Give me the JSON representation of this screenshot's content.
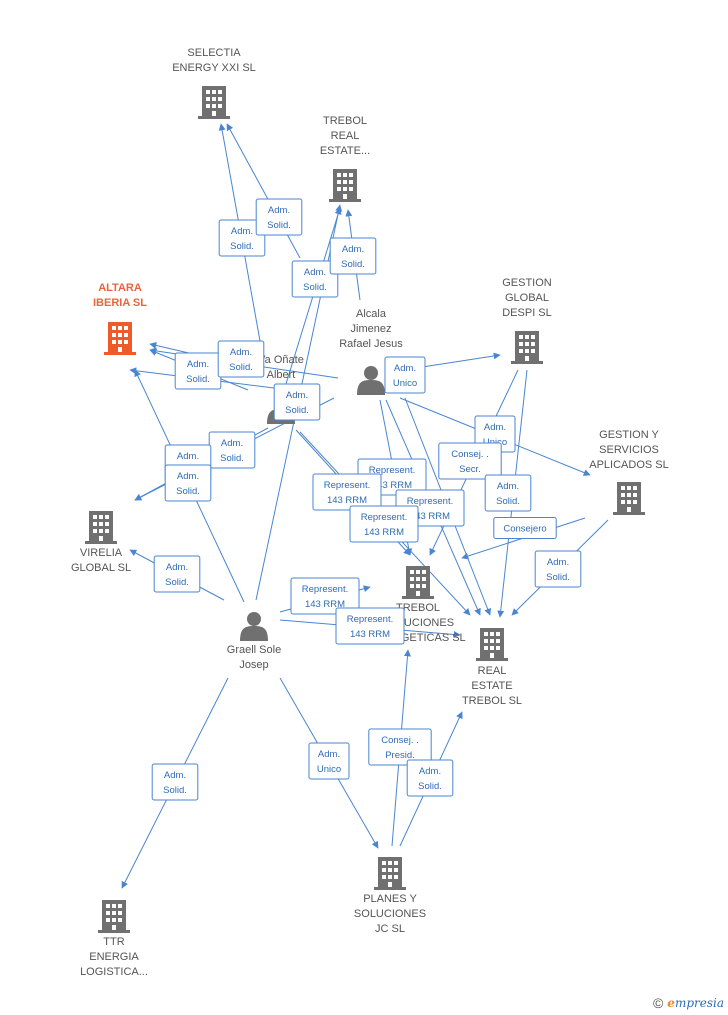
{
  "colors": {
    "company": "#707070",
    "focus": "#f05a28",
    "person": "#707070",
    "edge": "#4a86d0",
    "edge_text": "#2f6bb7"
  },
  "nodes": [
    {
      "id": "selectia",
      "kind": "company",
      "lines": [
        "SELECTIA",
        "ENERGY XXI  SL"
      ]
    },
    {
      "id": "trebol_re_dots",
      "kind": "company",
      "lines": [
        "TREBOL",
        "REAL",
        "ESTATE..."
      ]
    },
    {
      "id": "altara",
      "kind": "focus",
      "lines": [
        "ALTARA",
        "IBERIA  SL"
      ]
    },
    {
      "id": "gestion_global",
      "kind": "company",
      "lines": [
        "GESTION",
        "GLOBAL",
        "DESPI  SL"
      ]
    },
    {
      "id": "gestion_servicios",
      "kind": "company",
      "lines": [
        "GESTION Y",
        "SERVICIOS",
        "APLICADOS  SL"
      ]
    },
    {
      "id": "virelia",
      "kind": "company",
      "lines": [
        "VIRELIA",
        "GLOBAL  SL"
      ]
    },
    {
      "id": "trebol_soluciones",
      "kind": "company",
      "lines": [
        "TREBOL",
        "SOLUCIONES",
        "ENERGETICAS SL"
      ]
    },
    {
      "id": "real_estate_trebol",
      "kind": "company",
      "lines": [
        "REAL",
        "ESTATE",
        "TREBOL  SL"
      ]
    },
    {
      "id": "planes",
      "kind": "company",
      "lines": [
        "PLANES Y",
        "SOLUCIONES",
        "JC  SL"
      ]
    },
    {
      "id": "ttr",
      "kind": "company",
      "lines": [
        "TTR",
        "ENERGIA",
        "LOGISTICA..."
      ]
    },
    {
      "id": "alcala",
      "kind": "person",
      "lines": [
        "Alcala",
        "Jimenez",
        "Rafael Jesus"
      ]
    },
    {
      "id": "onate",
      "kind": "person",
      "lines": [
        "Va Oñate",
        "Albert"
      ]
    },
    {
      "id": "graell",
      "kind": "person",
      "lines": [
        "Graell Sole",
        "Josep"
      ]
    }
  ],
  "edge_labels": [
    {
      "id": "e1",
      "lines": [
        "Adm.",
        "Solid."
      ]
    },
    {
      "id": "e2",
      "lines": [
        "Adm.",
        "Solid."
      ]
    },
    {
      "id": "e3",
      "lines": [
        "Adm.",
        "Solid."
      ]
    },
    {
      "id": "e4",
      "lines": [
        "Adm.",
        "Solid."
      ]
    },
    {
      "id": "e5",
      "lines": [
        "Adm.",
        "Solid."
      ]
    },
    {
      "id": "e6",
      "lines": [
        "Adm.",
        "Solid."
      ]
    },
    {
      "id": "e7",
      "lines": [
        "Adm.",
        "Unico"
      ]
    },
    {
      "id": "e8",
      "lines": [
        "Adm.",
        "Solid."
      ]
    },
    {
      "id": "e9",
      "lines": [
        "Adm.",
        "Solid."
      ]
    },
    {
      "id": "e10",
      "lines": [
        "Adm.",
        "Solid."
      ]
    },
    {
      "id": "e11",
      "lines": [
        "Adm.",
        "Solid."
      ]
    },
    {
      "id": "e12",
      "lines": [
        "Adm.",
        "Unico"
      ]
    },
    {
      "id": "e13",
      "lines": [
        "Consej. .",
        "Secr."
      ]
    },
    {
      "id": "e14",
      "lines": [
        "Represent.",
        "143 RRM"
      ]
    },
    {
      "id": "e15",
      "lines": [
        "Represent.",
        "143 RRM"
      ]
    },
    {
      "id": "e16",
      "lines": [
        "Represent.",
        "143 RRM"
      ]
    },
    {
      "id": "e17",
      "lines": [
        "Represent.",
        "143 RRM"
      ]
    },
    {
      "id": "e18",
      "lines": [
        "Adm.",
        "Solid."
      ]
    },
    {
      "id": "e19",
      "lines": [
        "Consejero"
      ]
    },
    {
      "id": "e20",
      "lines": [
        "Adm.",
        "Solid."
      ]
    },
    {
      "id": "e21",
      "lines": [
        "Adm.",
        "Solid."
      ]
    },
    {
      "id": "e22",
      "lines": [
        "Represent.",
        "143 RRM"
      ]
    },
    {
      "id": "e23",
      "lines": [
        "Represent.",
        "143 RRM"
      ]
    },
    {
      "id": "e24",
      "lines": [
        "Adm.",
        "Unico"
      ]
    },
    {
      "id": "e25",
      "lines": [
        "Consej. .",
        "Presid."
      ]
    },
    {
      "id": "e26",
      "lines": [
        "Adm.",
        "Solid."
      ]
    },
    {
      "id": "e27",
      "lines": [
        "Adm.",
        "Solid."
      ]
    },
    {
      "id": "e28",
      "lines": [
        "Adm.",
        "Solid."
      ]
    }
  ],
  "footer": {
    "copyright": "©",
    "brand_first": "e",
    "brand_rest": "mpresia"
  }
}
